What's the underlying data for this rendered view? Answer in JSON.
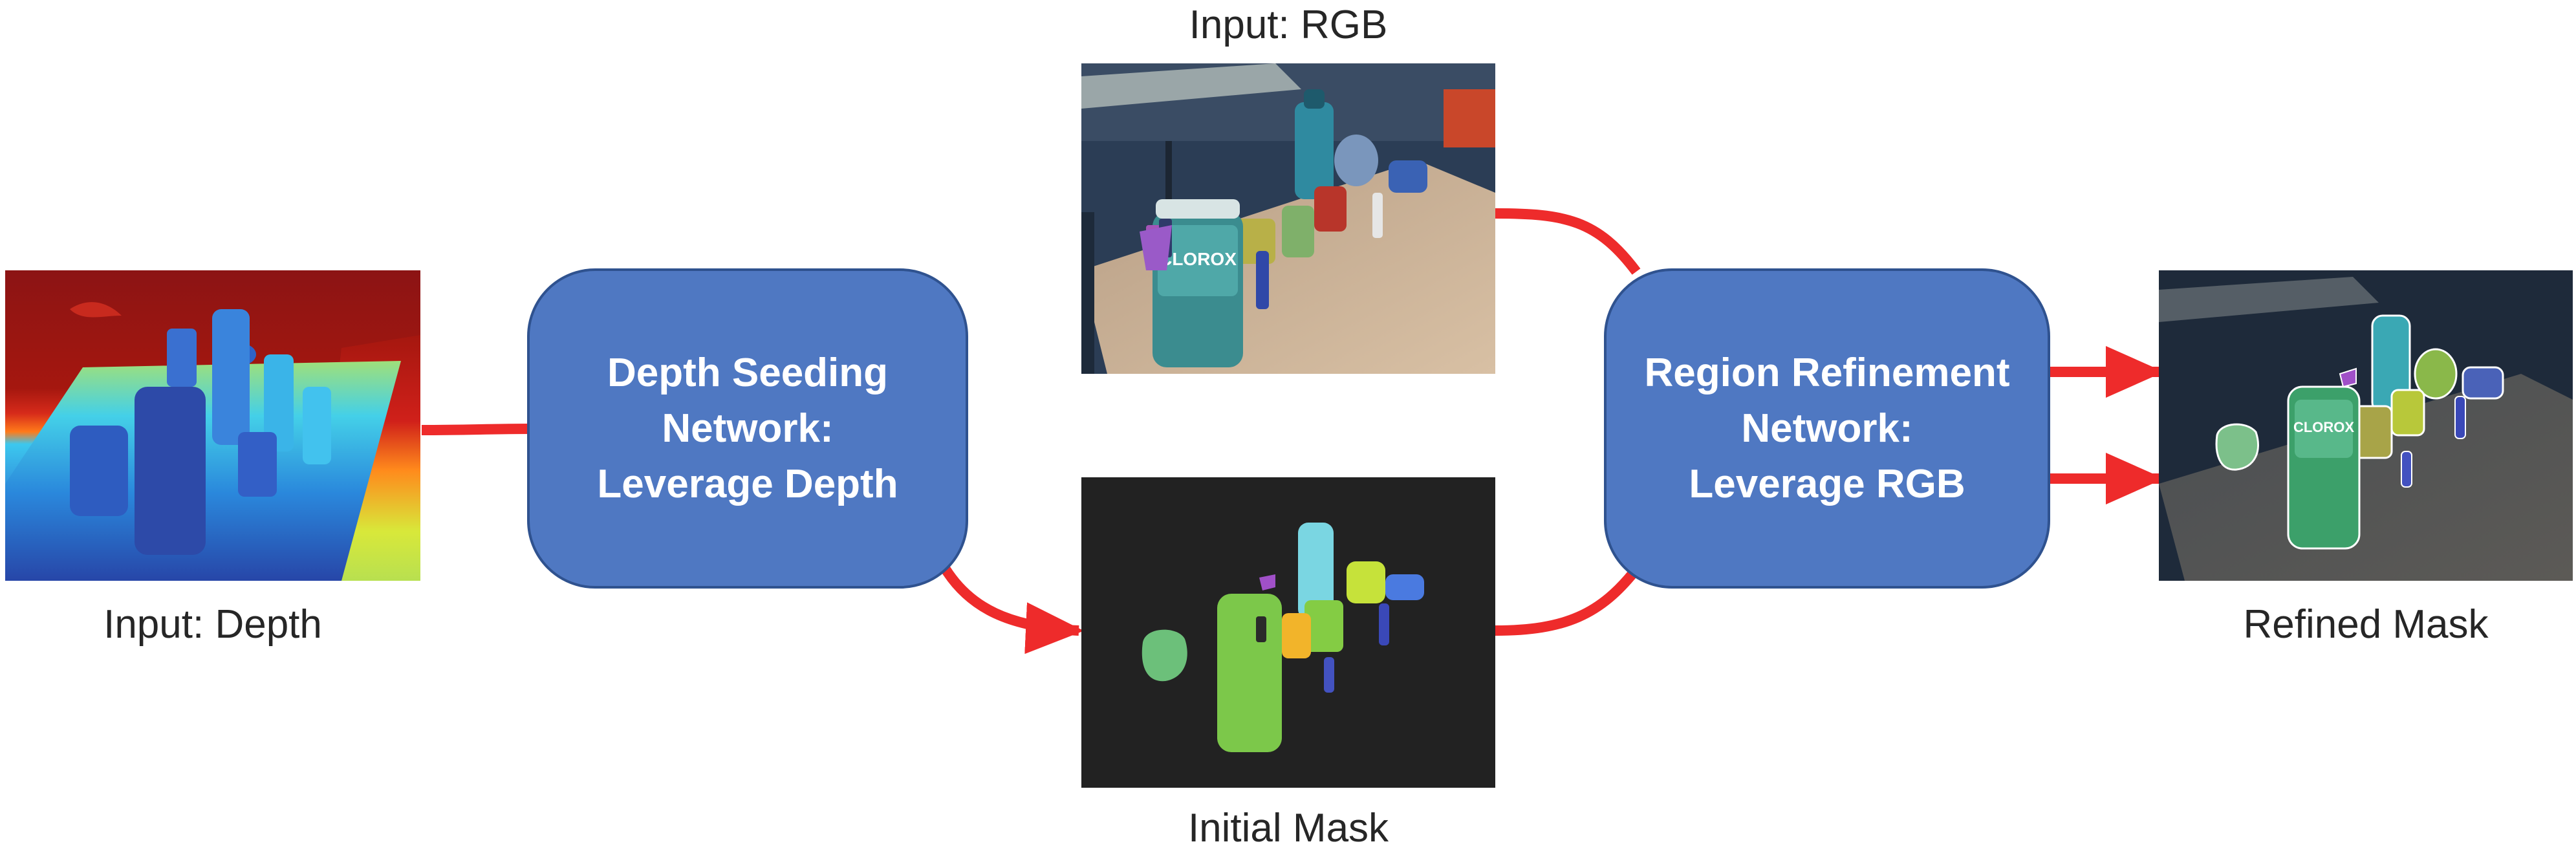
{
  "captions": {
    "input_depth": "Input: Depth",
    "input_rgb": "Input: RGB",
    "initial_mask": "Initial Mask",
    "refined_mask": "Refined Mask"
  },
  "networks": {
    "depth_seeding": {
      "lines": [
        "Depth Seeding",
        "Network:",
        "Leverage Depth"
      ]
    },
    "region_refinement": {
      "lines": [
        "Region Refinement",
        "Network:",
        "Leverage RGB"
      ]
    }
  },
  "colors": {
    "network_fill": "#4f78c2",
    "network_border": "#2f528f",
    "arrow": "#ee2b2b",
    "caption_text": "#262626"
  },
  "photo_labels": {
    "product_brand": "CLOROX"
  }
}
